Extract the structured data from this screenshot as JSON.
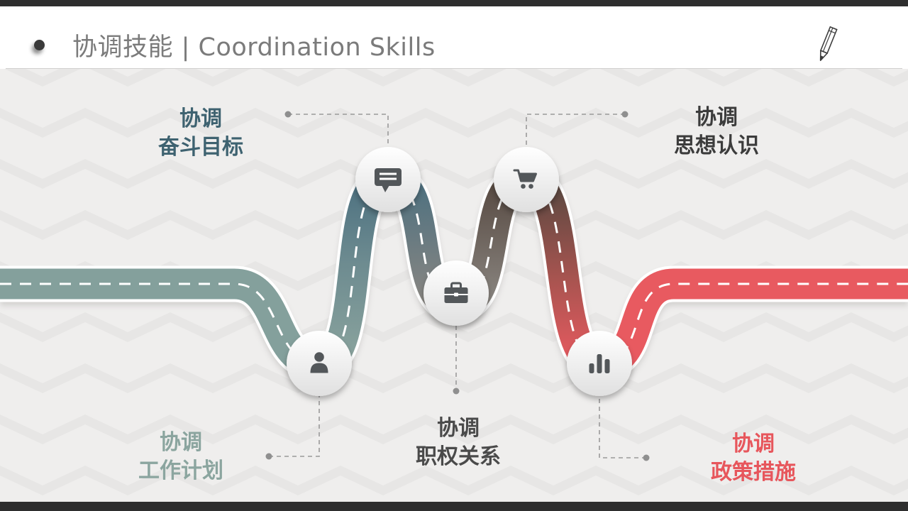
{
  "slide": {
    "title": "协调技能 | Coordination Skills",
    "title_zh": "协调技能",
    "title_en": "Coordination Skills"
  },
  "decorations": {
    "bullet_icon": "bullet-dot",
    "pencil_icon": "pencil",
    "top_bar_color": "#2e2e2e",
    "bottom_bar_color": "#2e2e2e",
    "background_color": "#efeeed",
    "chevron_pattern_color": "#e7e6e5",
    "title_color": "#7b7b7b"
  },
  "road": {
    "style": "winding road with white dashed center line",
    "segment_colors": {
      "left_horizontal": "#84a09c",
      "ascend_to_chat": "#4c7080",
      "descend_to_briefcase": "#8b8782",
      "ascend_to_cart": "#564840",
      "descend_to_chart": "#e85a60",
      "right_horizontal": "#e85a60"
    },
    "center_line_color": "#ffffff"
  },
  "nodes": [
    {
      "position": "top-left",
      "icon": "chat-icon",
      "line1": "协调",
      "line2": "奋斗目标",
      "label_color": "#3e6270"
    },
    {
      "position": "top-right",
      "icon": "cart-icon",
      "line1": "协调",
      "line2": "思想认识",
      "label_color": "#3c3c3c"
    },
    {
      "position": "bottom-left",
      "icon": "person-icon",
      "line1": "协调",
      "line2": "工作计划",
      "label_color": "#8ba59f"
    },
    {
      "position": "bottom-center",
      "icon": "briefcase-icon",
      "line1": "协调",
      "line2": "职权关系",
      "label_color": "#4a4a4a"
    },
    {
      "position": "bottom-right",
      "icon": "bar-chart-icon",
      "line1": "协调",
      "line2": "政策措施",
      "label_color": "#e7565c"
    }
  ]
}
